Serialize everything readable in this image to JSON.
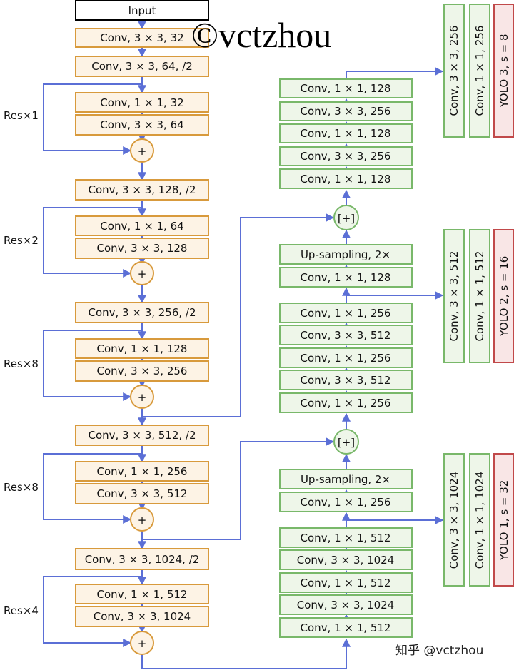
{
  "backbone": {
    "input": "Input",
    "conv1": "Conv, 3 × 3, 32",
    "conv2": "Conv, 3 × 3, 64, /2",
    "res1": [
      "Conv, 1 × 1, 32",
      "Conv, 3 × 3, 64"
    ],
    "conv3": "Conv, 3 × 3, 128, /2",
    "res2": [
      "Conv, 1 × 1, 64",
      "Conv, 3 × 3, 128"
    ],
    "conv4": "Conv, 3 × 3, 256, /2",
    "res3": [
      "Conv, 1 × 1, 128",
      "Conv, 3 × 3, 256"
    ],
    "conv5": "Conv, 3 × 3, 512, /2",
    "res4": [
      "Conv, 1 × 1, 256",
      "Conv, 3 × 3, 512"
    ],
    "conv6": "Conv, 3 × 3, 1024, /2",
    "res5": [
      "Conv, 1 × 1, 512",
      "Conv, 3 × 3, 1024"
    ],
    "plus": "+"
  },
  "res_labels": [
    "Res×1",
    "Res×2",
    "Res×8",
    "Res×8",
    "Res×4"
  ],
  "neck": {
    "top": [
      "Conv, 1 × 1, 128",
      "Conv, 3 × 3, 256",
      "Conv, 1 × 1, 128",
      "Conv, 3 × 3, 256",
      "Conv, 1 × 1, 128"
    ],
    "concat": "[+]",
    "mid_up": [
      "Up-sampling, 2×",
      "Conv, 1 × 1, 128"
    ],
    "mid": [
      "Conv, 1 × 1, 256",
      "Conv, 3 × 3, 512",
      "Conv, 1 × 1, 256",
      "Conv, 3 × 3, 512",
      "Conv, 1 × 1, 256"
    ],
    "low_up": [
      "Up-sampling, 2×",
      "Conv, 1 × 1, 256"
    ],
    "low": [
      "Conv, 1 × 1, 512",
      "Conv, 3 × 3, 1024",
      "Conv, 1 × 1, 512",
      "Conv, 3 × 3, 1024",
      "Conv, 1 × 1, 512"
    ]
  },
  "heads": {
    "h3": [
      "Conv, 3 × 3, 256",
      "Conv, 1 × 1, 256",
      "YOLO 3, s = 8"
    ],
    "h2": [
      "Conv, 3 × 3, 512",
      "Conv, 1 × 1, 512",
      "YOLO 2, s = 16"
    ],
    "h1": [
      "Conv, 3 × 3, 1024",
      "Conv, 1 × 1, 1024",
      "YOLO 1, s = 32"
    ]
  },
  "watermarks": {
    "copyright": "©vctzhou",
    "zhihu": "知乎 @vctzhou"
  },
  "colors": {
    "orange_stroke": "#d89a3c",
    "orange_fill": "#fdf3e5",
    "green_stroke": "#79b86a",
    "green_fill": "#eef6e9",
    "red_stroke": "#c1494a",
    "red_fill": "#f9e6e6",
    "arrow": "#5b6fd6"
  }
}
